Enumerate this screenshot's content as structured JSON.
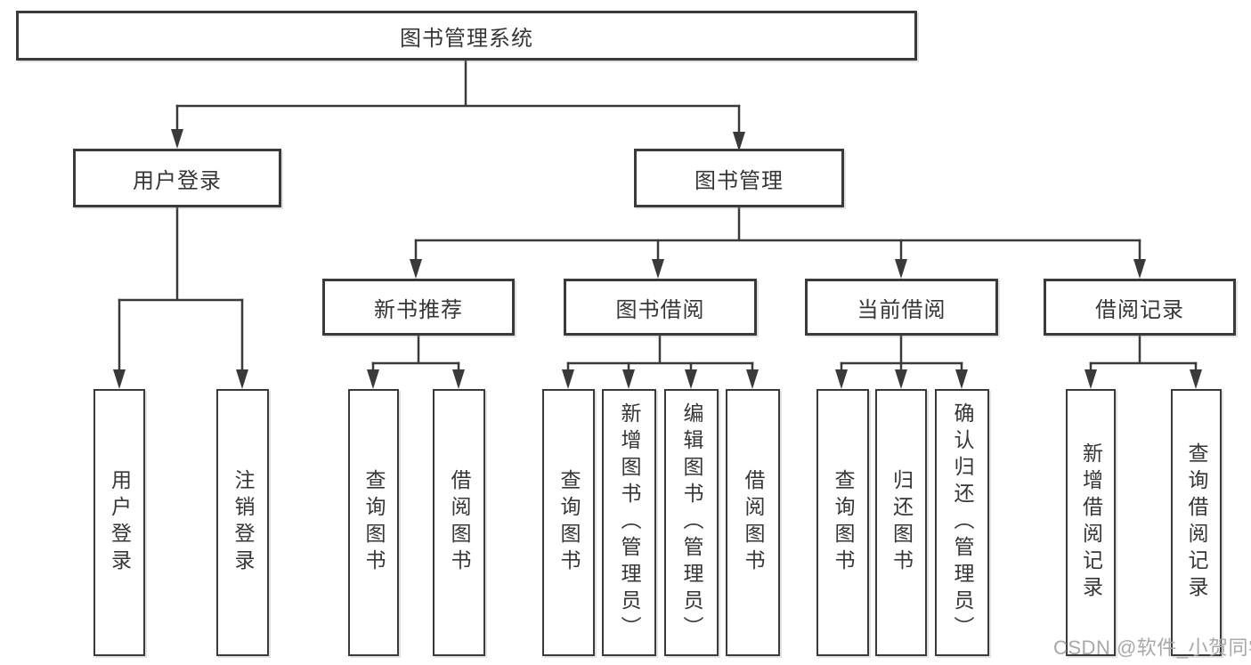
{
  "diagram": {
    "type": "tree",
    "root": {
      "label": "图书管理系统",
      "children": [
        {
          "label": "用户登录",
          "children": [
            {
              "label": "用户登录"
            },
            {
              "label": "注销登录"
            }
          ]
        },
        {
          "label": "图书管理",
          "children": [
            {
              "label": "新书推荐",
              "children": [
                {
                  "label": "查询图书"
                },
                {
                  "label": "借阅图书"
                }
              ]
            },
            {
              "label": "图书借阅",
              "children": [
                {
                  "label": "查询图书"
                },
                {
                  "label": "新增图书（管理员）"
                },
                {
                  "label": "编辑图书（管理员）"
                },
                {
                  "label": "借阅图书"
                }
              ]
            },
            {
              "label": "当前借阅",
              "children": [
                {
                  "label": "查询图书"
                },
                {
                  "label": "归还图书"
                },
                {
                  "label": "确认归还（管理员）"
                }
              ]
            },
            {
              "label": "借阅记录",
              "children": [
                {
                  "label": "新增借阅记录"
                },
                {
                  "label": "查询借阅记录"
                }
              ]
            }
          ]
        }
      ]
    }
  },
  "watermark": {
    "text": "CSDN @软件_小贺同学"
  },
  "colors": {
    "line": "#3a3a3a",
    "box_border": "#3a3a3a",
    "text": "#363636",
    "watermark": "#a8a8a8",
    "background": "#ffffff"
  }
}
